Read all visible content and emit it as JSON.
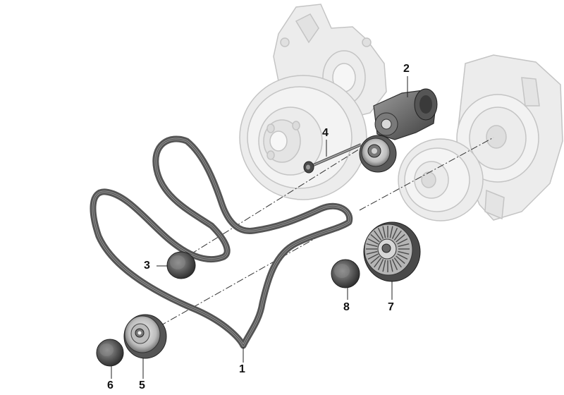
{
  "callouts": [
    {
      "id": "1",
      "label": "1"
    },
    {
      "id": "2",
      "label": "2"
    },
    {
      "id": "3",
      "label": "3"
    },
    {
      "id": "4",
      "label": "4"
    },
    {
      "id": "5",
      "label": "5"
    },
    {
      "id": "6",
      "label": "6"
    },
    {
      "id": "7",
      "label": "7"
    },
    {
      "id": "8",
      "label": "8"
    }
  ],
  "colors": {
    "ghost_fill": "#ececec",
    "ghost_stroke": "#c4c4c4",
    "part_dark": "#4a4a4a",
    "part_mid": "#8a8a8a",
    "part_light": "#d8d8d8",
    "belt": "#555555",
    "leader": "#222222"
  }
}
